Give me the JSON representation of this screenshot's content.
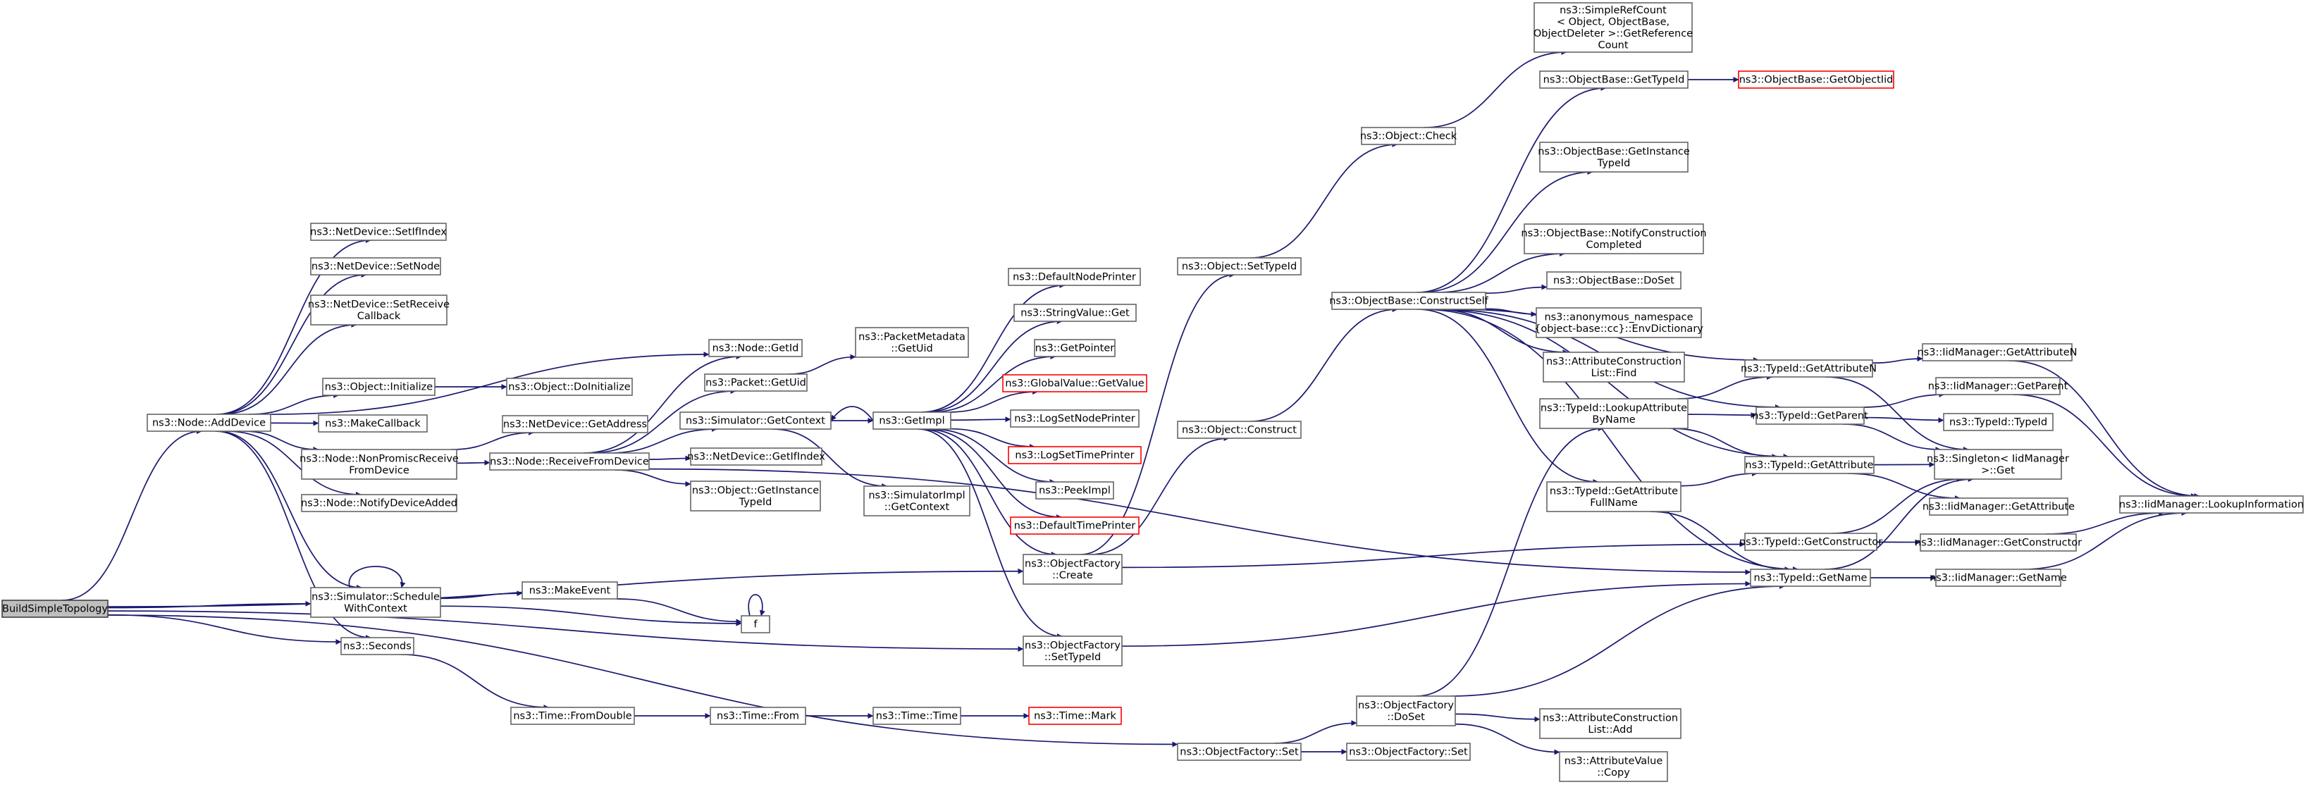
{
  "graph": {
    "edge_color": "#191970",
    "node_border_color": "#666666",
    "missing_node_border_color": "#ff0000",
    "root_fill_color": "#bfbfbf",
    "nodes": [
      {
        "id": "root",
        "lines": [
          "BuildSimpleTopology"
        ],
        "style": "root"
      },
      {
        "id": "addDevice",
        "lines": [
          "ns3::Node::AddDevice"
        ]
      },
      {
        "id": "scheduleCtx",
        "lines": [
          "ns3::Simulator::Schedule",
          "WithContext"
        ]
      },
      {
        "id": "seconds",
        "lines": [
          "ns3::Seconds"
        ]
      },
      {
        "id": "ofSetTypeId",
        "lines": [
          "ns3::ObjectFactory",
          "::SetTypeId"
        ]
      },
      {
        "id": "ofSet",
        "lines": [
          "ns3::ObjectFactory::Set"
        ]
      },
      {
        "id": "ndSetIf",
        "lines": [
          "ns3::NetDevice::SetIfIndex"
        ]
      },
      {
        "id": "ndSetNode",
        "lines": [
          "ns3::NetDevice::SetNode"
        ]
      },
      {
        "id": "ndSetRecv",
        "lines": [
          "ns3::NetDevice::SetReceive",
          "Callback"
        ]
      },
      {
        "id": "nodeGetId",
        "lines": [
          "ns3::Node::GetId"
        ]
      },
      {
        "id": "objInit",
        "lines": [
          "ns3::Object::Initialize"
        ]
      },
      {
        "id": "makeCb",
        "lines": [
          "ns3::MakeCallback"
        ]
      },
      {
        "id": "nonPromisc",
        "lines": [
          "ns3::Node::NonPromiscReceive",
          "FromDevice"
        ]
      },
      {
        "id": "notifyAdded",
        "lines": [
          "ns3::Node::NotifyDeviceAdded"
        ]
      },
      {
        "id": "objDoInit",
        "lines": [
          "ns3::Object::DoInitialize"
        ]
      },
      {
        "id": "ndGetAddr",
        "lines": [
          "ns3::NetDevice::GetAddress"
        ]
      },
      {
        "id": "recvFromDev",
        "lines": [
          "ns3::Node::ReceiveFromDevice"
        ]
      },
      {
        "id": "pktGetUid",
        "lines": [
          "ns3::Packet::GetUid"
        ]
      },
      {
        "id": "simGetCtx",
        "lines": [
          "ns3::Simulator::GetContext"
        ]
      },
      {
        "id": "ndGetIf",
        "lines": [
          "ns3::NetDevice::GetIfIndex"
        ]
      },
      {
        "id": "objGetInstTid",
        "lines": [
          "ns3::Object::GetInstance",
          "TypeId"
        ]
      },
      {
        "id": "pmGetUid",
        "lines": [
          "ns3::PacketMetadata",
          "::GetUid"
        ]
      },
      {
        "id": "getImpl",
        "lines": [
          "ns3::GetImpl"
        ]
      },
      {
        "id": "simImplGetCtx",
        "lines": [
          "ns3::SimulatorImpl",
          "::GetContext"
        ]
      },
      {
        "id": "makeEvent",
        "lines": [
          "ns3::MakeEvent"
        ]
      },
      {
        "id": "f",
        "lines": [
          "f"
        ]
      },
      {
        "id": "fromDouble",
        "lines": [
          "ns3::Time::FromDouble"
        ]
      },
      {
        "id": "timeFrom",
        "lines": [
          "ns3::Time::From"
        ]
      },
      {
        "id": "timeTime",
        "lines": [
          "ns3::Time::Time"
        ]
      },
      {
        "id": "timeMark",
        "lines": [
          "ns3::Time::Mark"
        ],
        "style": "red"
      },
      {
        "id": "defNodePrinter",
        "lines": [
          "ns3::DefaultNodePrinter"
        ]
      },
      {
        "id": "strValGet",
        "lines": [
          "ns3::StringValue::Get"
        ]
      },
      {
        "id": "getPointer",
        "lines": [
          "ns3::GetPointer"
        ]
      },
      {
        "id": "gvGetValue",
        "lines": [
          "ns3::GlobalValue::GetValue"
        ],
        "style": "red"
      },
      {
        "id": "logSetNode",
        "lines": [
          "ns3::LogSetNodePrinter"
        ]
      },
      {
        "id": "logSetTime",
        "lines": [
          "ns3::LogSetTimePrinter"
        ],
        "style": "red"
      },
      {
        "id": "peekImpl",
        "lines": [
          "ns3::PeekImpl"
        ]
      },
      {
        "id": "defTimePrinter",
        "lines": [
          "ns3::DefaultTimePrinter"
        ],
        "style": "red"
      },
      {
        "id": "ofCreate",
        "lines": [
          "ns3::ObjectFactory",
          "::Create"
        ]
      },
      {
        "id": "ofDoSet",
        "lines": [
          "ns3::ObjectFactory",
          "::DoSet"
        ]
      },
      {
        "id": "ofSet2",
        "lines": [
          "ns3::ObjectFactory::Set"
        ]
      },
      {
        "id": "objSetTid",
        "lines": [
          "ns3::Object::SetTypeId"
        ]
      },
      {
        "id": "objConstruct",
        "lines": [
          "ns3::Object::Construct"
        ]
      },
      {
        "id": "objCheck",
        "lines": [
          "ns3::Object::Check"
        ]
      },
      {
        "id": "constructSelf",
        "lines": [
          "ns3::ObjectBase::ConstructSelf"
        ]
      },
      {
        "id": "srcGetRef",
        "lines": [
          "ns3::SimpleRefCount",
          "< Object, ObjectBase,",
          "ObjectDeleter >::GetReference",
          "Count"
        ]
      },
      {
        "id": "obGetTid",
        "lines": [
          "ns3::ObjectBase::GetTypeId"
        ]
      },
      {
        "id": "obGetObjectIid",
        "lines": [
          "ns3::ObjectBase::GetObjectIid"
        ],
        "style": "red"
      },
      {
        "id": "obGetInstTid",
        "lines": [
          "ns3::ObjectBase::GetInstance",
          "TypeId"
        ]
      },
      {
        "id": "obNotify",
        "lines": [
          "ns3::ObjectBase::NotifyConstruction",
          "Completed"
        ]
      },
      {
        "id": "obDoSet",
        "lines": [
          "ns3::ObjectBase::DoSet"
        ]
      },
      {
        "id": "anonEnv",
        "lines": [
          "ns3::anonymous_namespace",
          "{object-base::cc}::EnvDictionary"
        ]
      },
      {
        "id": "aclFind",
        "lines": [
          "ns3::AttributeConstruction",
          "List::Find"
        ]
      },
      {
        "id": "tidLookupAttr",
        "lines": [
          "ns3::TypeId::LookupAttribute",
          "ByName"
        ]
      },
      {
        "id": "tidGetAttrFull",
        "lines": [
          "ns3::TypeId::GetAttribute",
          "FullName"
        ]
      },
      {
        "id": "aclAdd",
        "lines": [
          "ns3::AttributeConstruction",
          "List::Add"
        ]
      },
      {
        "id": "avCopy",
        "lines": [
          "ns3::AttributeValue",
          "::Copy"
        ]
      },
      {
        "id": "tidGetAttrN",
        "lines": [
          "ns3::TypeId::GetAttributeN"
        ]
      },
      {
        "id": "tidGetParent",
        "lines": [
          "ns3::TypeId::GetParent"
        ]
      },
      {
        "id": "tidGetAttr",
        "lines": [
          "ns3::TypeId::GetAttribute"
        ]
      },
      {
        "id": "tidGetCtor",
        "lines": [
          "ns3::TypeId::GetConstructor"
        ]
      },
      {
        "id": "tidGetName",
        "lines": [
          "ns3::TypeId::GetName"
        ]
      },
      {
        "id": "iidGetAttrN",
        "lines": [
          "ns3::IidManager::GetAttributeN"
        ]
      },
      {
        "id": "iidGetParent",
        "lines": [
          "ns3::IidManager::GetParent"
        ]
      },
      {
        "id": "tidTypeId",
        "lines": [
          "ns3::TypeId::TypeId"
        ]
      },
      {
        "id": "singletonGet",
        "lines": [
          "ns3::Singleton< IidManager",
          ">::Get"
        ]
      },
      {
        "id": "iidGetAttr",
        "lines": [
          "ns3::IidManager::GetAttribute"
        ]
      },
      {
        "id": "iidGetCtor",
        "lines": [
          "ns3::IidManager::GetConstructor"
        ]
      },
      {
        "id": "iidGetName",
        "lines": [
          "ns3::IidManager::GetName"
        ]
      },
      {
        "id": "iidLookupInfo",
        "lines": [
          "ns3::IidManager::LookupInformation"
        ]
      }
    ],
    "edges": [
      [
        "root",
        "addDevice"
      ],
      [
        "root",
        "scheduleCtx"
      ],
      [
        "root",
        "seconds"
      ],
      [
        "root",
        "ofSetTypeId"
      ],
      [
        "root",
        "ofSet"
      ],
      [
        "root",
        "ofCreate"
      ],
      [
        "addDevice",
        "ndSetIf"
      ],
      [
        "addDevice",
        "ndSetNode"
      ],
      [
        "addDevice",
        "ndSetRecv"
      ],
      [
        "addDevice",
        "nodeGetId"
      ],
      [
        "addDevice",
        "objInit"
      ],
      [
        "addDevice",
        "makeCb"
      ],
      [
        "addDevice",
        "nonPromisc"
      ],
      [
        "addDevice",
        "notifyAdded"
      ],
      [
        "addDevice",
        "scheduleCtx"
      ],
      [
        "addDevice",
        "seconds"
      ],
      [
        "objInit",
        "objDoInit"
      ],
      [
        "nonPromisc",
        "ndGetAddr"
      ],
      [
        "nonPromisc",
        "recvFromDev"
      ],
      [
        "recvFromDev",
        "nodeGetId"
      ],
      [
        "recvFromDev",
        "pktGetUid"
      ],
      [
        "recvFromDev",
        "simGetCtx"
      ],
      [
        "recvFromDev",
        "ndGetIf"
      ],
      [
        "recvFromDev",
        "objGetInstTid"
      ],
      [
        "recvFromDev",
        "tidGetName"
      ],
      [
        "pktGetUid",
        "pmGetUid"
      ],
      [
        "simGetCtx",
        "getImpl"
      ],
      [
        "simGetCtx",
        "simImplGetCtx"
      ],
      [
        "getImpl",
        "simGetCtx"
      ],
      [
        "getImpl",
        "defNodePrinter"
      ],
      [
        "getImpl",
        "strValGet"
      ],
      [
        "getImpl",
        "getPointer"
      ],
      [
        "getImpl",
        "gvGetValue"
      ],
      [
        "getImpl",
        "logSetNode"
      ],
      [
        "getImpl",
        "logSetTime"
      ],
      [
        "getImpl",
        "peekImpl"
      ],
      [
        "getImpl",
        "defTimePrinter"
      ],
      [
        "getImpl",
        "ofCreate"
      ],
      [
        "getImpl",
        "ofSetTypeId"
      ],
      [
        "scheduleCtx",
        "scheduleCtx"
      ],
      [
        "scheduleCtx",
        "makeEvent"
      ],
      [
        "scheduleCtx",
        "f"
      ],
      [
        "makeEvent",
        "f"
      ],
      [
        "f",
        "f"
      ],
      [
        "seconds",
        "fromDouble"
      ],
      [
        "fromDouble",
        "timeFrom"
      ],
      [
        "timeFrom",
        "timeTime"
      ],
      [
        "timeTime",
        "timeMark"
      ],
      [
        "ofCreate",
        "objSetTid"
      ],
      [
        "ofCreate",
        "objConstruct"
      ],
      [
        "ofCreate",
        "tidGetCtor"
      ],
      [
        "ofSetTypeId",
        "tidGetName"
      ],
      [
        "ofSet",
        "ofDoSet"
      ],
      [
        "ofSet",
        "ofSet2"
      ],
      [
        "ofDoSet",
        "tidLookupAttr"
      ],
      [
        "ofDoSet",
        "tidGetName"
      ],
      [
        "ofDoSet",
        "aclAdd"
      ],
      [
        "ofDoSet",
        "avCopy"
      ],
      [
        "objSetTid",
        "objCheck"
      ],
      [
        "objCheck",
        "srcGetRef"
      ],
      [
        "objConstruct",
        "constructSelf"
      ],
      [
        "constructSelf",
        "obGetTid"
      ],
      [
        "constructSelf",
        "obGetInstTid"
      ],
      [
        "constructSelf",
        "obNotify"
      ],
      [
        "constructSelf",
        "obDoSet"
      ],
      [
        "constructSelf",
        "anonEnv"
      ],
      [
        "constructSelf",
        "aclFind"
      ],
      [
        "constructSelf",
        "tidGetAttrFull"
      ],
      [
        "constructSelf",
        "tidGetAttrN"
      ],
      [
        "constructSelf",
        "tidGetParent"
      ],
      [
        "constructSelf",
        "tidGetAttr"
      ],
      [
        "constructSelf",
        "tidGetName"
      ],
      [
        "obGetTid",
        "obGetObjectIid"
      ],
      [
        "tidLookupAttr",
        "tidGetAttrN"
      ],
      [
        "tidLookupAttr",
        "tidGetParent"
      ],
      [
        "tidLookupAttr",
        "tidGetAttr"
      ],
      [
        "tidGetAttrFull",
        "tidGetAttr"
      ],
      [
        "tidGetAttrFull",
        "tidGetName"
      ],
      [
        "tidGetAttrN",
        "iidGetAttrN"
      ],
      [
        "tidGetAttrN",
        "singletonGet"
      ],
      [
        "tidGetParent",
        "iidGetParent"
      ],
      [
        "tidGetParent",
        "tidTypeId"
      ],
      [
        "tidGetParent",
        "singletonGet"
      ],
      [
        "tidGetAttr",
        "iidGetAttr"
      ],
      [
        "tidGetAttr",
        "singletonGet"
      ],
      [
        "tidGetCtor",
        "iidGetCtor"
      ],
      [
        "tidGetCtor",
        "singletonGet"
      ],
      [
        "tidGetName",
        "iidGetName"
      ],
      [
        "tidGetName",
        "singletonGet"
      ],
      [
        "iidGetAttrN",
        "iidLookupInfo"
      ],
      [
        "iidGetParent",
        "iidLookupInfo"
      ],
      [
        "iidGetCtor",
        "iidLookupInfo"
      ],
      [
        "iidGetName",
        "iidLookupInfo"
      ]
    ]
  }
}
